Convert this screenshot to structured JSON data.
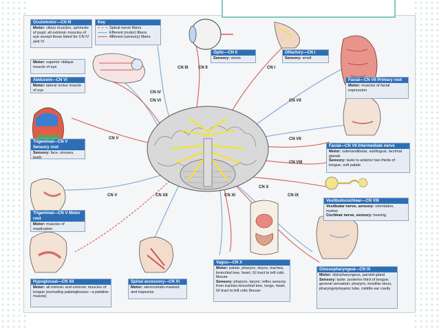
{
  "colors": {
    "efferent": "#7aa6d6",
    "afferent": "#d65a50",
    "spinal": "#d65a50",
    "header": "#2c6fb6",
    "box_bg": "#e6ecf4",
    "nerve_yellow": "#f3e23a",
    "slide_accent": "#7fc7c0"
  },
  "key": {
    "title": "Key",
    "items": [
      "Spinal nerve fibers",
      "Efferent (motor) fibers",
      "Afferent (sensory) fibers"
    ]
  },
  "boxes": {
    "oculomotor": {
      "title": "Oculomotor—CN III",
      "lines": [
        {
          "b": "Motor:",
          "t": " ciliary muscles, sphincter of pupil, all extrinsic muscles of eye except those listed for CN IV and VI"
        }
      ]
    },
    "trochlear_motor": {
      "title": "",
      "lines": [
        {
          "b": "Motor:",
          "t": " superior oblique muscle of eye"
        }
      ]
    },
    "abducent": {
      "title": "Abducent—CN VI",
      "lines": [
        {
          "b": "Motor:",
          "t": " lateral rectus muscle of eye"
        }
      ]
    },
    "optic": {
      "title": "Optic—CN II",
      "lines": [
        {
          "b": "Sensory:",
          "t": " vision"
        }
      ]
    },
    "olfactory": {
      "title": "Olfactory—CN I",
      "lines": [
        {
          "b": "Sensory:",
          "t": " smell"
        }
      ]
    },
    "facial_primary": {
      "title": "Facial—CN VII Primary root",
      "lines": [
        {
          "b": "Motor:",
          "t": " muscles of facial expression"
        }
      ]
    },
    "trigeminal_sensory": {
      "title": "Trigeminal—CN V Sensory root",
      "lines": [
        {
          "b": "Sensory:",
          "t": " face, sinuses, teeth"
        }
      ]
    },
    "facial_intermediate": {
      "title": "Facial—CN VII Intermediate nerve",
      "lines": [
        {
          "b": "Motor:",
          "t": " submandibular, sublingual, lacrimal glands"
        },
        {
          "b": "Sensory:",
          "t": " taste to anterior two thirds of tongue, soft palate"
        }
      ]
    },
    "vestibulocochlear": {
      "title": "Vestibulocochlear—CN VIII",
      "lines": [
        {
          "b": "Vestibular nerve, sensory:",
          "t": " orientation, motion"
        },
        {
          "b": "Cochlear nerve, sensory:",
          "t": " hearing"
        }
      ]
    },
    "trigeminal_motor": {
      "title": "Trigeminal—CN V Motor root",
      "lines": [
        {
          "b": "Motor:",
          "t": " muscles of mastication"
        }
      ]
    },
    "hypoglossal": {
      "title": "Hypoglossal—CN XII",
      "lines": [
        {
          "b": "Motor:",
          "t": " all intrinsic and extrinsic muscles of tongue (excluding palatoglossus—a palatine muscle)"
        }
      ]
    },
    "spinal_accessory": {
      "title": "Spinal accessory—CN XI",
      "lines": [
        {
          "b": "Motor:",
          "t": " sternocleido-mastoid and trapezius"
        }
      ]
    },
    "vagus": {
      "title": "Vagus—CN X",
      "lines": [
        {
          "b": "Motor:",
          "t": " palate, pharynx, larynx, trachea, bronchial tree, heart, GI tract to left colic flexure"
        },
        {
          "b": "Sensory:",
          "t": " pharynx, larynx; reflex sensory from tracheo-bronchial tree, lungs, heart, GI tract to left colic flexure"
        }
      ]
    },
    "glossopharyngeal": {
      "title": "Glossopharyngeal—CN IX",
      "lines": [
        {
          "b": "Motor:",
          "t": " stylopharyngeus, parotid gland"
        },
        {
          "b": "Sensory:",
          "t": " taste: posterior third of tongue; general sensation: pharynx, tonsillar sinus, pharyngotympanic tube, middle ear cavity"
        }
      ]
    }
  },
  "labels": {
    "cn3": "CN III",
    "cn2": "CN II",
    "cn1": "CN I",
    "cn4": "CN IV",
    "cn6": "CN VI",
    "cn5a": "CN V",
    "cn7a": "CN VII",
    "cn7b": "CN VII",
    "cn8": "CN VIII",
    "cn5b": "CN V",
    "cn12": "CN XII",
    "cn11": "CN XI",
    "cn10": "CN X",
    "cn9": "CN IX"
  }
}
